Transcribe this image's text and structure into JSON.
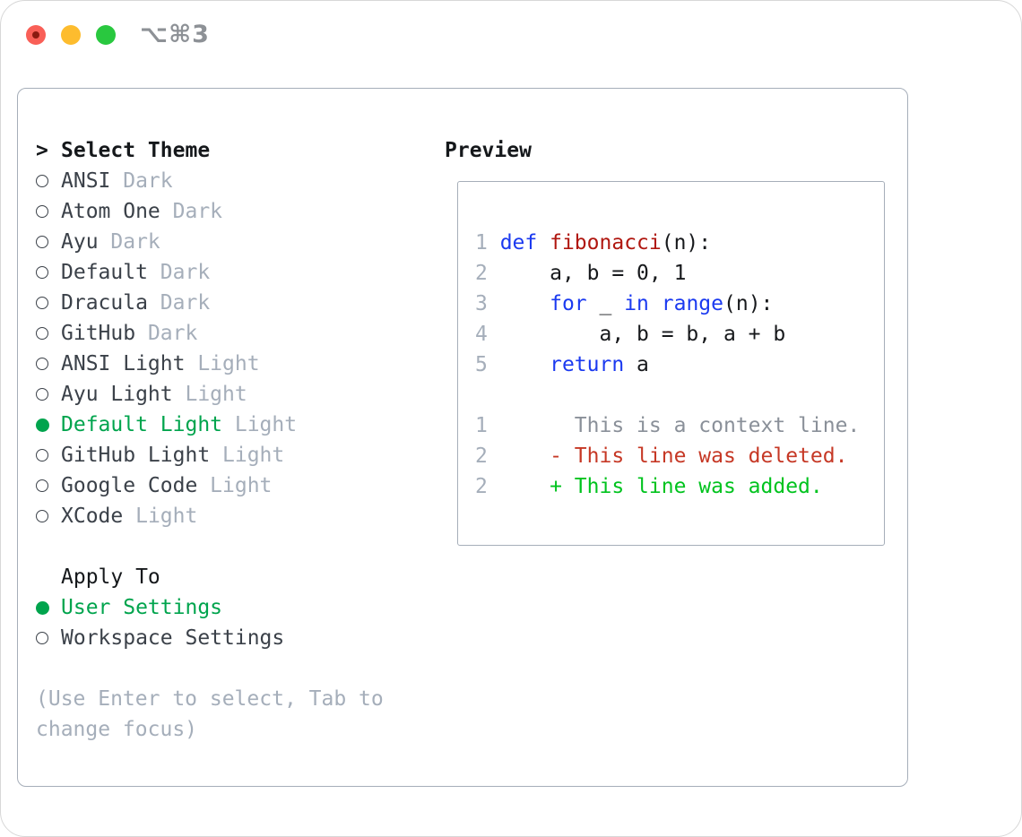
{
  "window": {
    "shortcut": "⌥⌘3"
  },
  "colors": {
    "keyword_blue": "#1b3af0",
    "function_red": "#b01710",
    "accent_green": "#00a44d",
    "added_green": "#00c31e",
    "deleted_red": "#c63825",
    "context_gray": "#8a9099",
    "muted_gray": "#a5aeba",
    "heading_black": "#15181b",
    "item_dark": "#3b4149",
    "border_gray": "#a6aeb9",
    "traffic_red": "#f95f57",
    "traffic_yellow": "#fdbc2e",
    "traffic_green": "#29c83f"
  },
  "theme_selector": {
    "title_marker": ">",
    "title": "Select Theme",
    "items": [
      {
        "name": "ANSI",
        "variant": "Dark",
        "selected": false
      },
      {
        "name": "Atom One",
        "variant": "Dark",
        "selected": false
      },
      {
        "name": "Ayu",
        "variant": "Dark",
        "selected": false
      },
      {
        "name": "Default",
        "variant": "Dark",
        "selected": false
      },
      {
        "name": "Dracula",
        "variant": "Dark",
        "selected": false
      },
      {
        "name": "GitHub",
        "variant": "Dark",
        "selected": false
      },
      {
        "name": "ANSI Light",
        "variant": "Light",
        "selected": false
      },
      {
        "name": "Ayu Light",
        "variant": "Light",
        "selected": false
      },
      {
        "name": "Default Light",
        "variant": "Light",
        "selected": true
      },
      {
        "name": "GitHub Light",
        "variant": "Light",
        "selected": false
      },
      {
        "name": "Google Code",
        "variant": "Light",
        "selected": false
      },
      {
        "name": "XCode",
        "variant": "Light",
        "selected": false
      }
    ],
    "apply_to": {
      "title": "Apply To",
      "options": [
        {
          "name": "User Settings",
          "selected": true
        },
        {
          "name": "Workspace Settings",
          "selected": false
        }
      ]
    },
    "hint": "(Use Enter to select, Tab to change focus)"
  },
  "preview": {
    "title": "Preview",
    "lines": [
      [
        {
          "text": "1 ",
          "type": "ln"
        },
        {
          "text": "def",
          "type": "kw"
        },
        {
          "text": " ",
          "type": "pl"
        },
        {
          "text": "fibonacci",
          "type": "fn"
        },
        {
          "text": "(n):",
          "type": "pl"
        }
      ],
      [
        {
          "text": "2 ",
          "type": "ln"
        },
        {
          "text": "    a, b = 0, 1",
          "type": "pl"
        }
      ],
      [
        {
          "text": "3 ",
          "type": "ln"
        },
        {
          "text": "    ",
          "type": "pl"
        },
        {
          "text": "for",
          "type": "kw"
        },
        {
          "text": " _ ",
          "type": "pl"
        },
        {
          "text": "in",
          "type": "kw"
        },
        {
          "text": " ",
          "type": "pl"
        },
        {
          "text": "range",
          "type": "kw"
        },
        {
          "text": "(n):",
          "type": "pl"
        }
      ],
      [
        {
          "text": "4 ",
          "type": "ln"
        },
        {
          "text": "        a, b = b, a + b",
          "type": "pl"
        }
      ],
      [
        {
          "text": "5 ",
          "type": "ln"
        },
        {
          "text": "    ",
          "type": "pl"
        },
        {
          "text": "return",
          "type": "kw"
        },
        {
          "text": " a",
          "type": "pl"
        }
      ],
      [],
      [
        {
          "text": "1 ",
          "type": "ln"
        },
        {
          "text": "      ",
          "type": "pl"
        },
        {
          "text": "This is a context line.",
          "type": "ctx"
        }
      ],
      [
        {
          "text": "2 ",
          "type": "ln"
        },
        {
          "text": "    ",
          "type": "pl"
        },
        {
          "text": "- This line was deleted.",
          "type": "del"
        }
      ],
      [
        {
          "text": "2 ",
          "type": "ln"
        },
        {
          "text": "    ",
          "type": "pl"
        },
        {
          "text": "+ This line was added.",
          "type": "add"
        }
      ]
    ]
  }
}
